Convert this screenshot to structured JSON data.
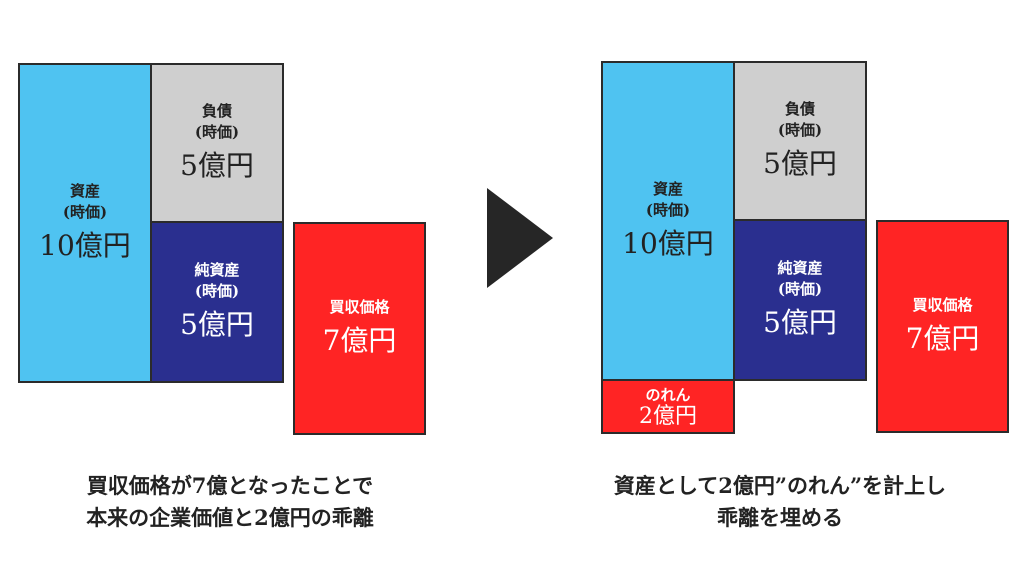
{
  "colors": {
    "assets": "#4fc3f1",
    "liabilities": "#cfcfcf",
    "net_assets": "#2a2f8f",
    "price": "#ff2424",
    "goodwill": "#ff2424",
    "border": "#2b2b2b",
    "arrow": "#262626"
  },
  "before": {
    "assets": {
      "label": "資産",
      "sub": "(時価)",
      "value": "10億円"
    },
    "liabilities": {
      "label": "負債",
      "sub": "(時価)",
      "value": "5億円"
    },
    "net_assets": {
      "label": "純資産",
      "sub": "(時価)",
      "value": "5億円"
    },
    "price": {
      "label": "買収価格",
      "value": "7億円"
    },
    "caption": [
      "買収価格が7億となったことで",
      "本来の企業価値と2億円の乖離"
    ]
  },
  "after": {
    "assets": {
      "label": "資産",
      "sub": "(時価)",
      "value": "10億円"
    },
    "goodwill": {
      "label": "のれん",
      "value": "2億円"
    },
    "liabilities": {
      "label": "負債",
      "sub": "(時価)",
      "value": "5億円"
    },
    "net_assets": {
      "label": "純資産",
      "sub": "(時価)",
      "value": "5億円"
    },
    "price": {
      "label": "買収価格",
      "value": "7億円"
    },
    "caption": [
      "資産として2億円”のれん”を計上し",
      "乖離を埋める"
    ]
  }
}
